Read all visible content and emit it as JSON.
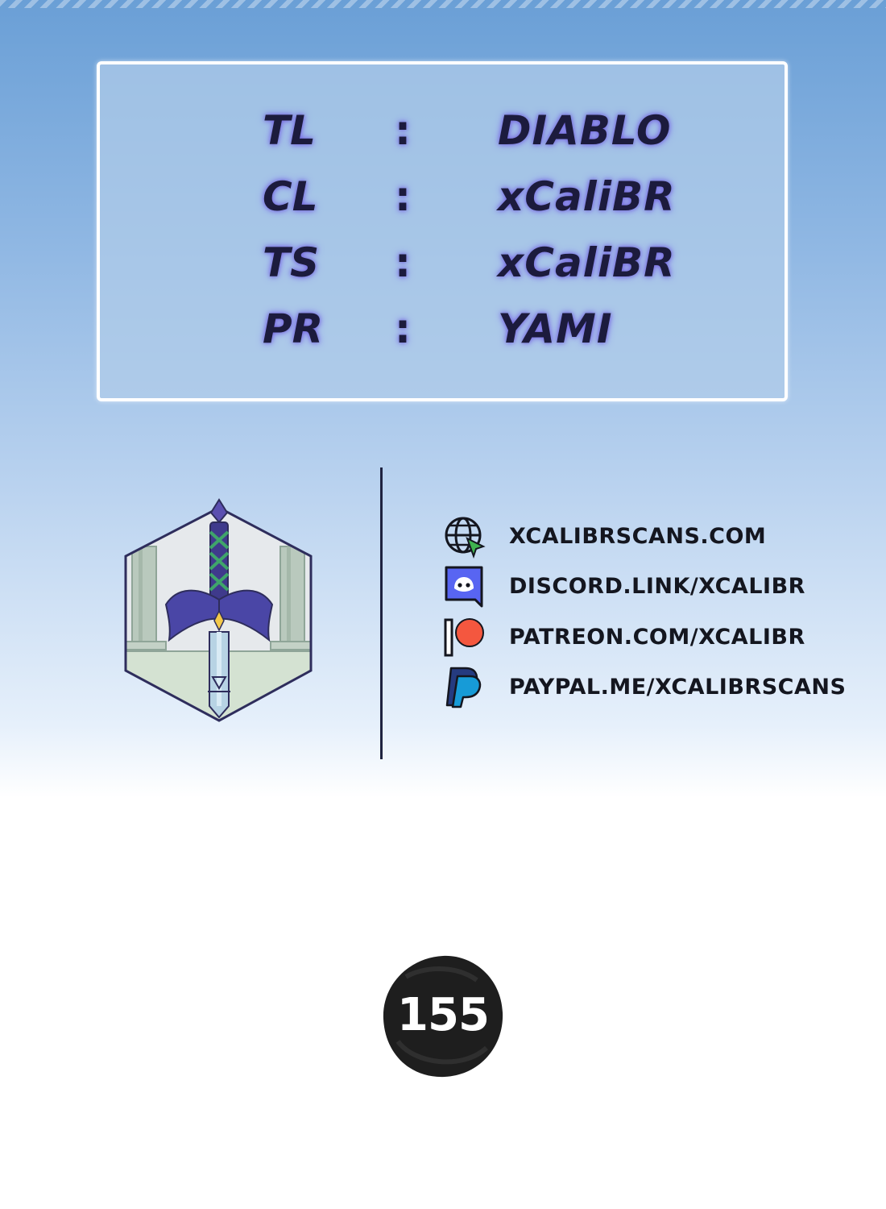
{
  "credits": [
    {
      "role": "TL",
      "separator": ":",
      "name": "DIABLO"
    },
    {
      "role": "CL",
      "separator": ":",
      "name": "xCaliBR"
    },
    {
      "role": "TS",
      "separator": ":",
      "name": "xCaliBR"
    },
    {
      "role": "PR",
      "separator": ":",
      "name": "YAMI"
    }
  ],
  "logo": {
    "icon": "sword-in-pedestal-logo"
  },
  "links": [
    {
      "icon": "globe-icon",
      "text": "XCALIBRSCANS.COM"
    },
    {
      "icon": "discord-icon",
      "text": "DISCORD.LINK/XCALIBR"
    },
    {
      "icon": "patreon-icon",
      "text": "PATREON.COM/XCALIBR"
    },
    {
      "icon": "paypal-icon",
      "text": "PAYPAL.ME/XCALIBRSCANS"
    }
  ],
  "page": {
    "number": "155"
  },
  "colors": {
    "background_top": "#6a9fd6",
    "background_bottom": "#ffffff",
    "text_dark": "#1c1b3d",
    "glow": "#6f63d9",
    "patreon": "#f4573f",
    "discord": "#5865f2",
    "paypal_dark": "#253b80",
    "paypal_light": "#179bd7"
  }
}
